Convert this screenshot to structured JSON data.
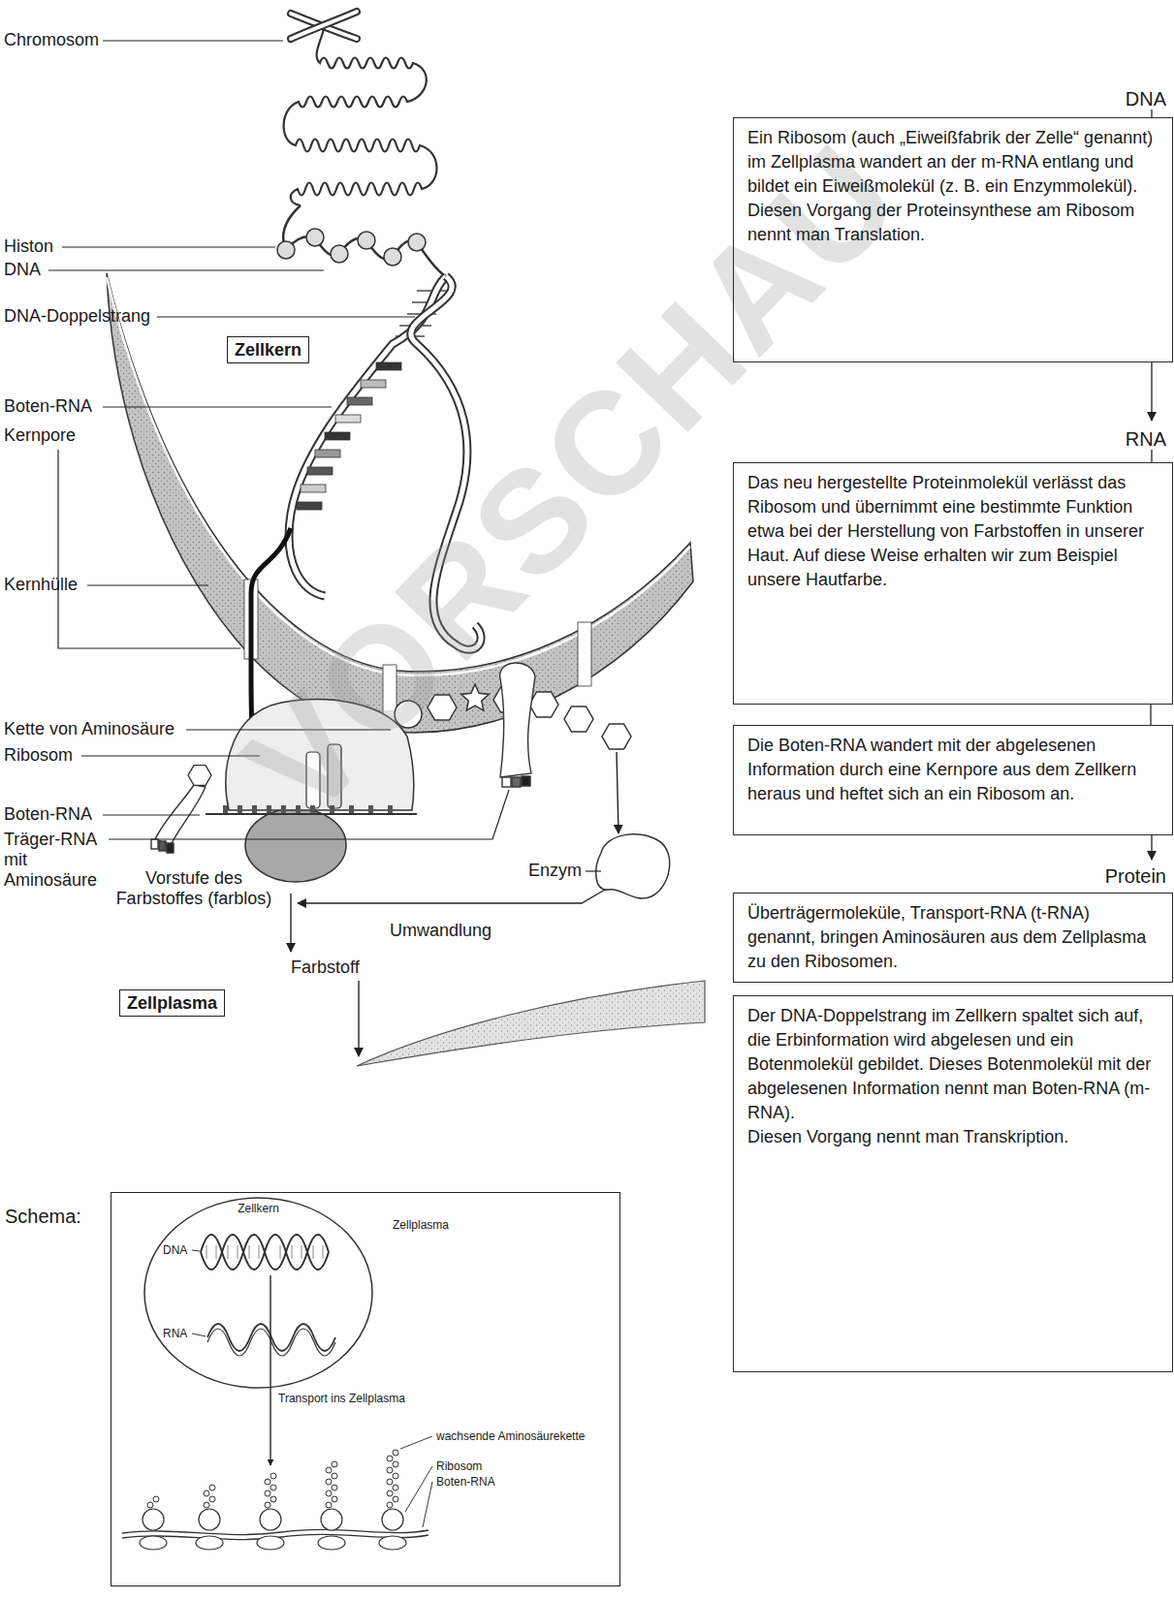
{
  "diagram": {
    "nodes": [
      {
        "text": [
          "Ein Ribosom (auch „Eiweißfabrik der Zelle“ genannt) im Zellplasma wandert an der m-RNA entlang und bildet ein Eiweißmolekül (z. B. ein Enzymmolekül). Diesen Vorgang der Proteinsynthese am Ribosom nennt man Translation."
        ]
      },
      {
        "text": [
          "Zellkern"
        ]
      },
      {
        "text": [
          "Das neu hergestellte Proteinmolekül verlässt das Ribosom und übernimmt eine bestimmte Funktion etwa bei der Herstellung von Farbstoffen in unserer Haut. Auf diese Weise erhalten wir zum Beispiel unsere Hautfarbe."
        ]
      },
      {
        "text": [
          "Die Boten-RNA wandert mit der abgelesenen Information durch eine Kernpore aus dem Zellkern heraus und heftet sich an ein Ribosom an."
        ]
      },
      {
        "text": [
          "Überträgermoleküle, Transport-RNA (t-RNA) genannt, bringen Aminosäuren aus dem Zellplasma zu den Ribosomen."
        ]
      },
      {
        "text": [
          "Zellplasma"
        ]
      },
      {
        "text": [
          "Der DNA-Doppelstrang im Zellkern spaltet sich auf, die Erbinformation wird abgelesen und ein Botenmolekül gebildet. Dieses Botenmolekül mit der abgelesenen Information nennt man Boten-RNA (m-RNA).",
          "Diesen Vorgang nennt man Transkription."
        ]
      },
      {
        "text": [
          "Schema:"
        ]
      },
      {
        "text": [
          "Zellkern"
        ],
        "in": 7
      }
    ],
    "edges": [
      {
        "from": 2,
        "to": 3,
        "arrow": "none"
      }
    ],
    "labels": [
      "DNA",
      "RNA",
      "Protein",
      "Chromosom",
      "Histon",
      "DNA",
      "DNA-Doppelstrang",
      "Boten-RNA",
      "Kernpore",
      "Kernhülle",
      "Kette von Aminosäure",
      "Ribosom",
      "Boten-RNA",
      "Träger-RNA mit Aminosäure",
      "Vorstufe des Farbstoffes (farblos)",
      "Enzym",
      "Umwandlung",
      "Farbstoff",
      "Zellplasma",
      "DNA",
      "RNA",
      "Transport ins Zellplasma",
      "wachsende Aminosäurekette",
      "Ribosom",
      "Boten-RNA",
      "VORSCHAU"
    ]
  }
}
